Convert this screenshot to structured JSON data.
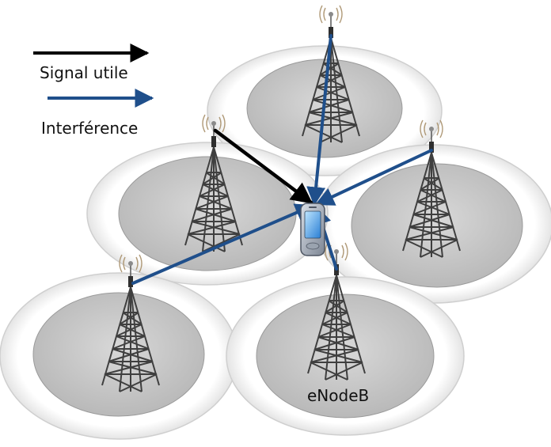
{
  "legend": {
    "signal_label": "Signal utile",
    "interference_label": "Interférence"
  },
  "tower_label": "eNodeB",
  "colors": {
    "signal": "#000000",
    "interference": "#1f4f8b",
    "cell_inner": "#c9c9c9",
    "cell_outer": "#ffffff",
    "tower_steel": "#4a4a4a"
  },
  "icons": {
    "tower": "cell-tower-icon",
    "antenna": "antenna-waves-icon",
    "device": "smartphone-icon"
  }
}
